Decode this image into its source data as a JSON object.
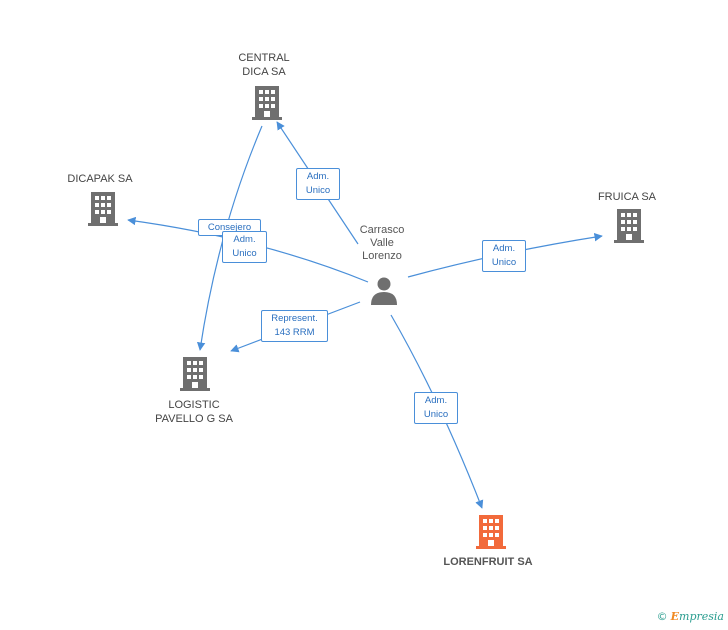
{
  "person": {
    "name_lines": [
      "Carrasco",
      "Valle",
      "Lorenzo"
    ]
  },
  "companies": {
    "central_dica": {
      "lines": [
        "CENTRAL",
        "DICA SA"
      ]
    },
    "dicapak": {
      "lines": [
        "DICAPAK SA"
      ]
    },
    "fruica": {
      "lines": [
        "FRUICA SA"
      ]
    },
    "logistic": {
      "lines": [
        "LOGISTIC",
        "PAVELLO G SA"
      ]
    },
    "lorenfruit": {
      "lines": [
        "LORENFRUIT SA"
      ]
    }
  },
  "edges": {
    "to_central": [
      "Adm.",
      "Unico"
    ],
    "to_dicapak": [
      "Consejero"
    ],
    "to_logistic_adm": [
      "Adm.",
      "Unico"
    ],
    "to_fruica": [
      "Adm.",
      "Unico"
    ],
    "to_logistic_rep": [
      "Represent.",
      "143 RRM"
    ],
    "to_lorenfruit": [
      "Adm.",
      "Unico"
    ]
  },
  "colors": {
    "line": "#4a8fd9",
    "building": "#6f6f6f",
    "building_main": "#f26a3b",
    "person": "#6f6f6f"
  },
  "footer": {
    "copyright": "©",
    "brand_first": "E",
    "brand_rest": "mpresia"
  }
}
